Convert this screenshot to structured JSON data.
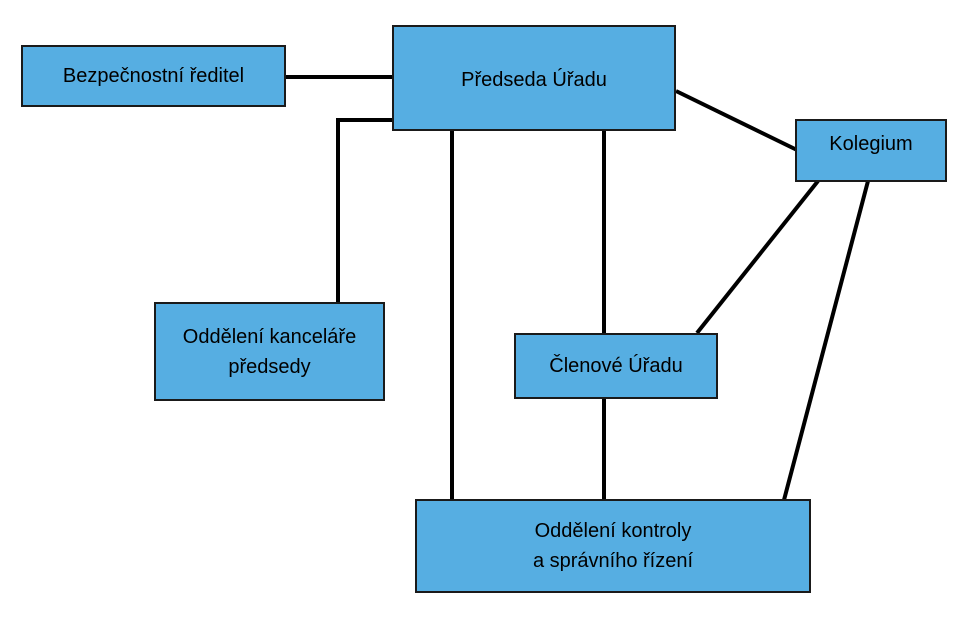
{
  "diagram": {
    "box_fill": "#56aee2",
    "border_color": "#1a1a1a",
    "line_color": "#000000",
    "nodes": {
      "predseda": {
        "line1": "Předseda Úřadu"
      },
      "bezpecnostni": {
        "line1": "Bezpečnostní ředitel"
      },
      "kolegium": {
        "line1": "Kolegium"
      },
      "kancelar": {
        "line1": "Oddělení kanceláře",
        "line2": "předsedy"
      },
      "clenove": {
        "line1": "Členové Úřadu"
      },
      "kontrola": {
        "line1": "Oddělení kontroly",
        "line2": "a správního řízení"
      }
    }
  }
}
